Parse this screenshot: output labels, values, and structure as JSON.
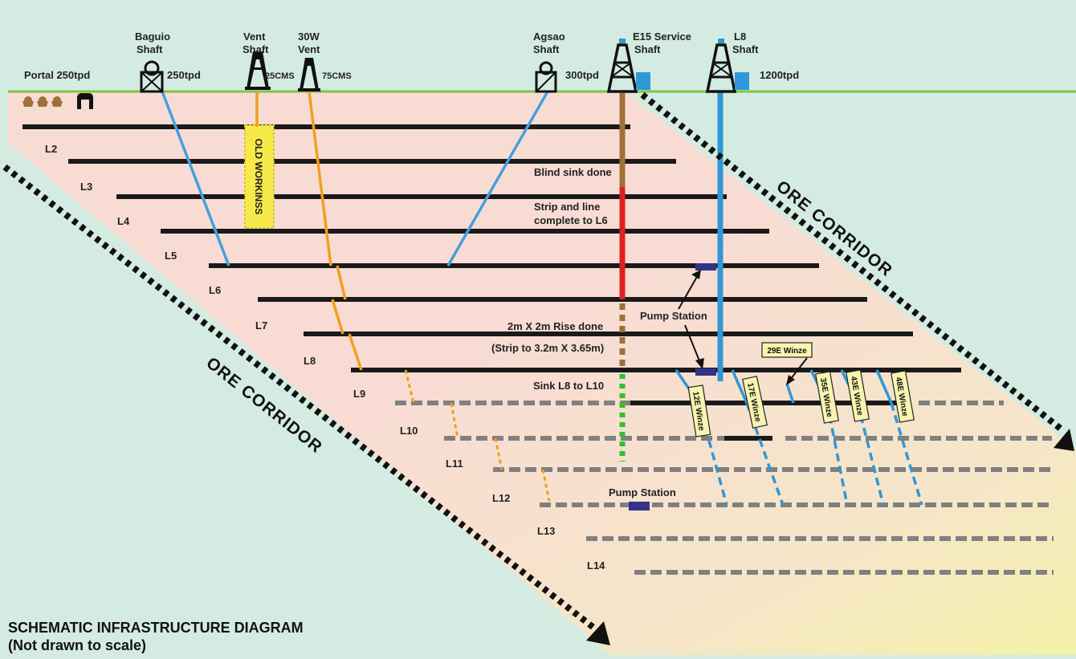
{
  "title": {
    "line1": "SCHEMATIC INFRASTRUCTURE DIAGRAM",
    "line2": "(Not drawn to scale)"
  },
  "ore_corridor_label": "ORE CORRIDOR",
  "portal": {
    "label": "Portal 250tpd"
  },
  "shafts": {
    "baguio": {
      "name_line1": "Baguio",
      "name_line2": "Shaft",
      "capacity": "250tpd"
    },
    "vent": {
      "name_line1": "Vent",
      "name_line2": "Shaft",
      "capacity": "25CMS"
    },
    "vent30w": {
      "name_line1": "30W",
      "name_line2": "Vent",
      "capacity": "75CMS"
    },
    "agsao": {
      "name_line1": "Agsao",
      "name_line2": "Shaft",
      "capacity": "300tpd"
    },
    "e15": {
      "name_line1": "E15 Service",
      "name_line2": "Shaft"
    },
    "l8": {
      "name_line1": "L8",
      "name_line2": "Shaft",
      "capacity": "1200tpd"
    }
  },
  "old_workings": "OLD WORKINSS",
  "annotations": {
    "blind_sink": "Blind sink done",
    "strip_line_1": "Strip and line",
    "strip_line_2": "complete to L6",
    "rise_done": "2m X 2m Rise done",
    "strip_size": "(Strip to 3.2m X 3.65m)",
    "sink": "Sink L8 to L10",
    "pump_station_upper": "Pump Station",
    "pump_station_lower": "Pump Station"
  },
  "levels": [
    "L2",
    "L3",
    "L4",
    "L5",
    "L6",
    "L7",
    "L8",
    "L9",
    "L10",
    "L11",
    "L12",
    "L13",
    "L14"
  ],
  "winzes": [
    "12E Winze",
    "17E Winze",
    "29E Winze",
    "35E Winze",
    "43E Winze",
    "48E Winze"
  ],
  "colors": {
    "sky": "#d4ebe2",
    "ore_zone": "#f8dcd4",
    "ore_zone_end": "#f3f2a8",
    "surface": "#7ec540",
    "existing_level": "#1a1a1a",
    "planned_level": "#808080",
    "baguio_shaft": "#45a0dd",
    "vent_raise": "#f0a020",
    "e15_brown": "#a0703a",
    "e15_red": "#e02020",
    "e15_green": "#30c030",
    "l8_shaft": "#2f98d8",
    "pump_station": "#33338a",
    "winze_label_bg": "#f8f5b0",
    "old_workings_bg": "#f7e94a"
  }
}
